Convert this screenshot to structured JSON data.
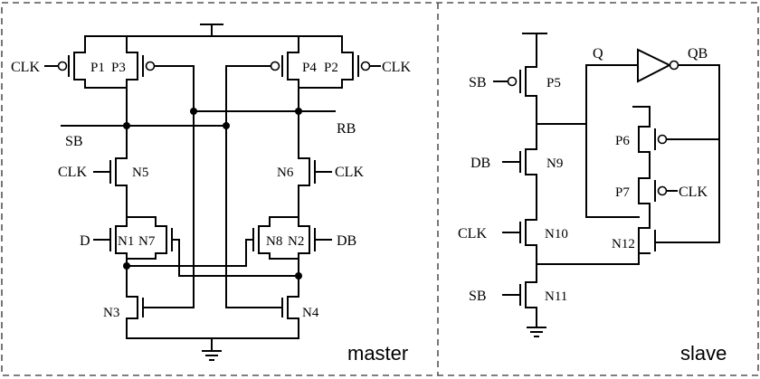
{
  "panels": {
    "master": "master",
    "slave": "slave"
  },
  "master": {
    "transistors": {
      "p1": "P1",
      "p3": "P3",
      "p4": "P4",
      "p2": "P2",
      "n5": "N5",
      "n6": "N6",
      "n1": "N1",
      "n7": "N7",
      "n8": "N8",
      "n2": "N2",
      "n3": "N3",
      "n4": "N4"
    },
    "signals": {
      "clk_left": "CLK",
      "clk_right": "CLK",
      "sb": "SB",
      "rb": "RB",
      "clk_n5": "CLK",
      "clk_n6": "CLK",
      "d": "D",
      "db": "DB"
    }
  },
  "slave": {
    "transistors": {
      "p5": "P5",
      "n9": "N9",
      "n10": "N10",
      "n11": "N11",
      "p6": "P6",
      "p7": "P7",
      "n12": "N12"
    },
    "signals": {
      "sb_p5": "SB",
      "db": "DB",
      "clk_n10": "CLK",
      "sb_n11": "SB",
      "clk_p7": "CLK",
      "q": "Q",
      "qb": "QB"
    }
  }
}
